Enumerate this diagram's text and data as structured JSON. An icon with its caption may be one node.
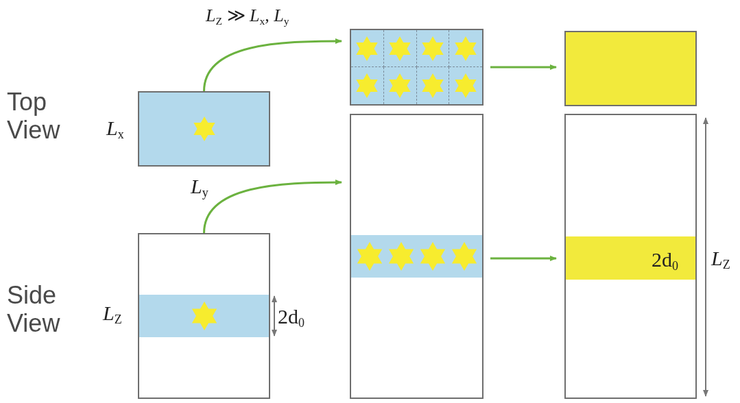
{
  "diagram": {
    "nodes": [
      {
        "text": [],
        "shape": "box",
        "beside": [
          "*L*$_{x}$"
        ]
      },
      {
        "text": [],
        "shape": "box",
        "beside": [
          "*L*$_{Z}$"
        ]
      },
      {
        "text": [],
        "shape": "box"
      },
      {
        "text": [],
        "shape": "box"
      },
      {
        "text": [],
        "shape": "box"
      },
      {
        "text": [],
        "shape": "box",
        "beside": [
          "*L*$_{Z}$"
        ]
      }
    ],
    "edges": [
      {
        "from": 0,
        "to": 2,
        "arrow": "to",
        "label": "*L*$_{Z}$ ≫ *L*$_{x}$, *L*$_{y}$"
      },
      {
        "from": 1,
        "to": 3,
        "arrow": "to"
      },
      {
        "from": 2,
        "to": 4,
        "arrow": "to"
      },
      {
        "from": 3,
        "to": 5,
        "arrow": "to"
      }
    ],
    "labels": [
      "Top View",
      "*L*$_{y}$",
      "Side View",
      "2d$_{0}$",
      "2d$_{0}$"
    ]
  }
}
